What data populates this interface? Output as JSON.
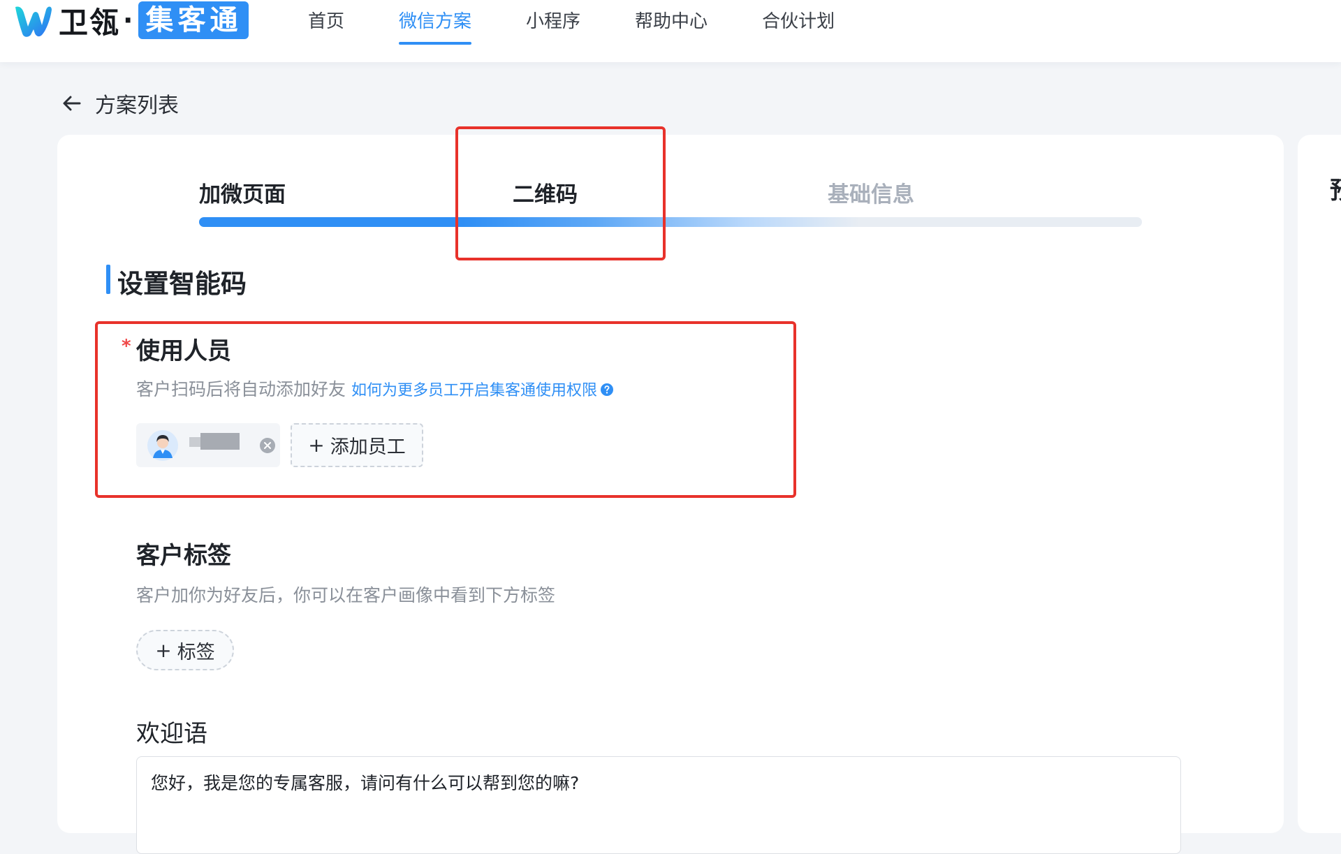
{
  "header": {
    "logo": {
      "brand": "卫瓴",
      "separator": "·",
      "product": "集客通"
    },
    "nav": [
      {
        "label": "首页",
        "active": false
      },
      {
        "label": "微信方案",
        "active": true
      },
      {
        "label": "小程序",
        "active": false
      },
      {
        "label": "帮助中心",
        "active": false
      },
      {
        "label": "合伙计划",
        "active": false
      }
    ]
  },
  "back": {
    "icon": "arrow-left-icon",
    "label": "方案列表"
  },
  "steps": {
    "items": [
      {
        "label": "加微页面",
        "state": "done"
      },
      {
        "label": "二维码",
        "state": "current"
      },
      {
        "label": "基础信息",
        "state": "pending"
      }
    ]
  },
  "section": {
    "title": "设置智能码"
  },
  "staff": {
    "required_mark": "*",
    "label": "使用人员",
    "desc": "客户扫码后将自动添加好友",
    "link": "如何为更多员工开启集客通使用权限",
    "add_label": "添加员工",
    "icons": {
      "avatar": "user-avatar-icon",
      "remove": "close-circle-icon",
      "help": "question-circle-icon"
    }
  },
  "tags": {
    "label": "客户标签",
    "desc": "客户加你为好友后，你可以在客户画像中看到下方标签",
    "add_label": "标签"
  },
  "welcome": {
    "label": "欢迎语",
    "value": "您好，我是您的专属客服，请问有什么可以帮到您的嘛?"
  },
  "side_panel": {
    "partial_title": "预"
  },
  "colors": {
    "accent": "#2f8ff5",
    "highlight": "#e8322b",
    "required": "#f04848"
  }
}
